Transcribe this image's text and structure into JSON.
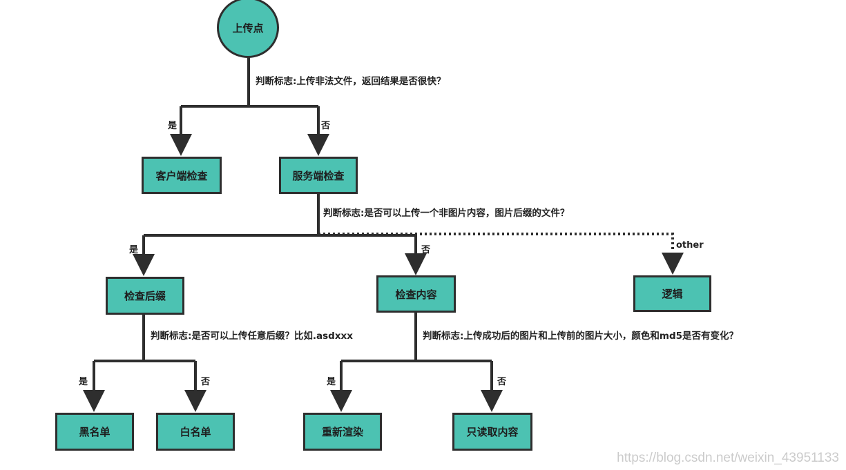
{
  "colors": {
    "node_fill": "#4cc2b2",
    "node_border": "#2e2e2e",
    "line": "#2e2e2e"
  },
  "nodes": {
    "upload_point": "上传点",
    "client_check": "客户端检查",
    "server_check": "服务端检查",
    "check_suffix": "检查后缀",
    "check_content": "检查内容",
    "logic": "逻辑",
    "blacklist": "黑名单",
    "whitelist": "白名单",
    "re_render": "重新渲染",
    "read_only_content": "只读取内容"
  },
  "conditions": {
    "c1": "判断标志:上传非法文件，返回结果是否很快？",
    "c2": "判断标志:是否可以上传一个非图片内容，图片后缀的文件？",
    "c3": "判断标志:是否可以上传任意后缀？比如.asdxxx",
    "c4": "判断标志:上传成功后的图片和上传前的图片大小，颜色和md5是否有变化？"
  },
  "edges": {
    "yes": "是",
    "no": "否",
    "other": "other"
  },
  "watermark": "https://blog.csdn.net/weixin_43951133"
}
